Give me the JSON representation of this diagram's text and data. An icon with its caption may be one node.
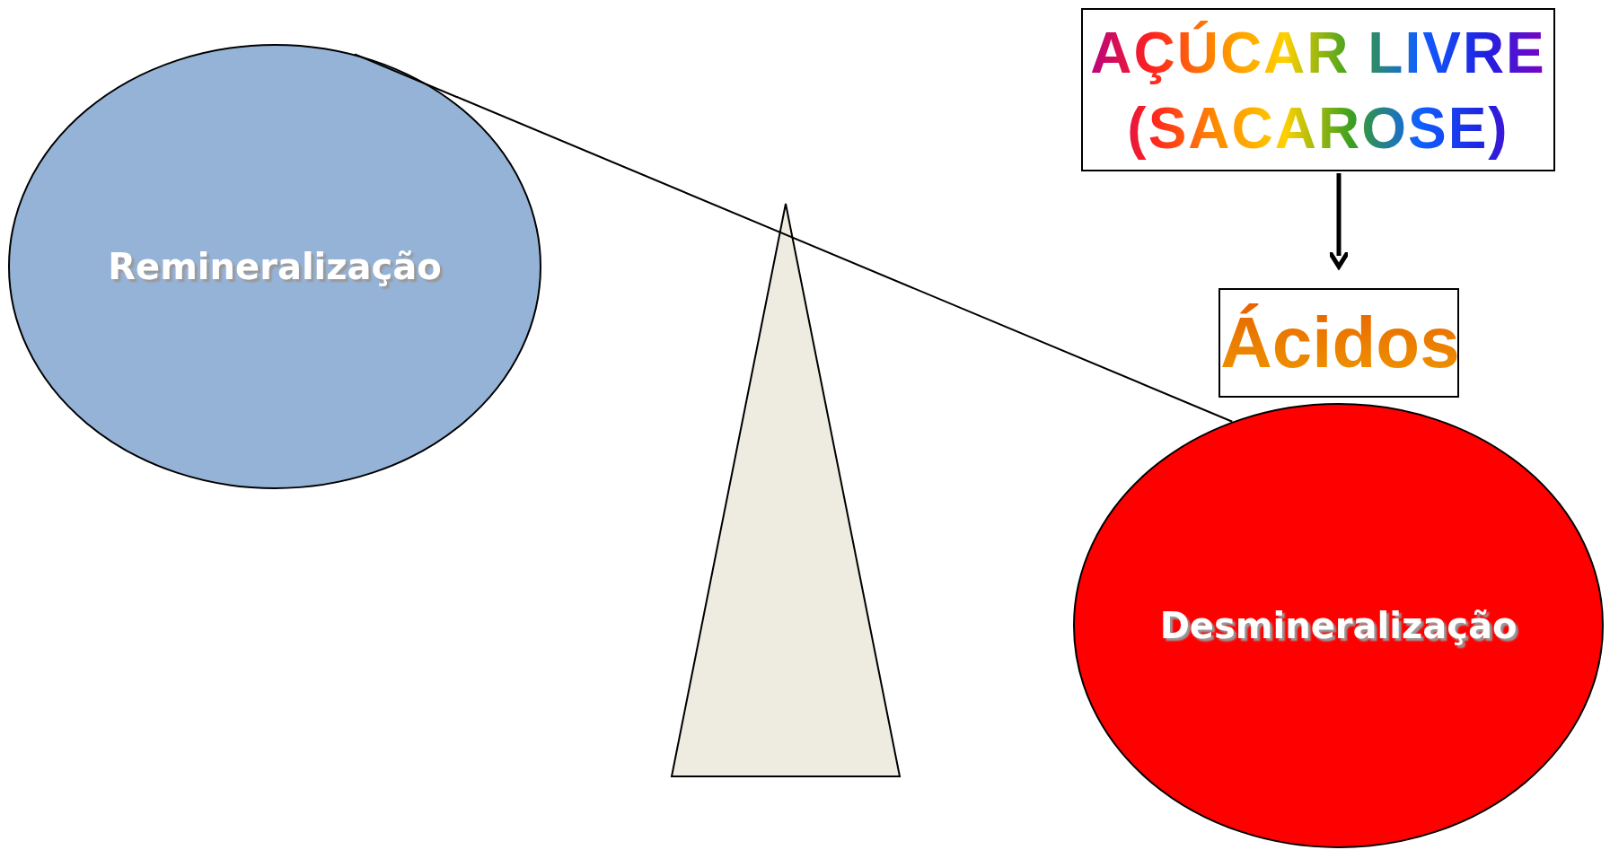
{
  "diagram": {
    "nodes": [
      {
        "text": [
          "Remineralização"
        ]
      },
      {
        "text": [],
        "shape": "triangle"
      },
      {
        "text": [
          "Desmineralização"
        ]
      },
      {
        "text": [
          "AÇÚCAR LIVRE (SACAROSE)"
        ]
      },
      {
        "text": [
          "Ácidos"
        ]
      }
    ],
    "edges": [
      {
        "from": 0,
        "to": 2,
        "arrow": "none"
      },
      {
        "from": 3,
        "to": 4,
        "arrow": "to",
        "style": "thick"
      }
    ]
  }
}
